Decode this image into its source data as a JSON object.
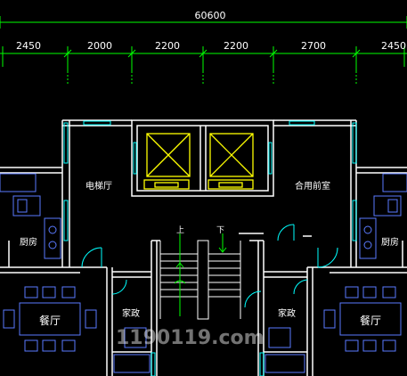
{
  "dimensions": {
    "total": "60600",
    "segments": [
      "2450",
      "2000",
      "2200",
      "2200",
      "2700",
      "2450"
    ]
  },
  "rooms": {
    "elevator_hall": "电梯厅",
    "shared_area": "合用前室",
    "kitchen_left": "厨房",
    "kitchen_right": "厨房",
    "dining_left": "餐厅",
    "dining_right": "餐厅",
    "maid_left": "家政",
    "maid_right": "家政"
  },
  "stair": {
    "up": "上",
    "down": "下"
  },
  "watermark": "1190119.com",
  "colors": {
    "wall": "#ffffff",
    "dim_line": "#00ff00",
    "window": "#00ffff",
    "elevator": "#ffff00",
    "furniture": "#5a7aff",
    "door": "#00ffff"
  }
}
